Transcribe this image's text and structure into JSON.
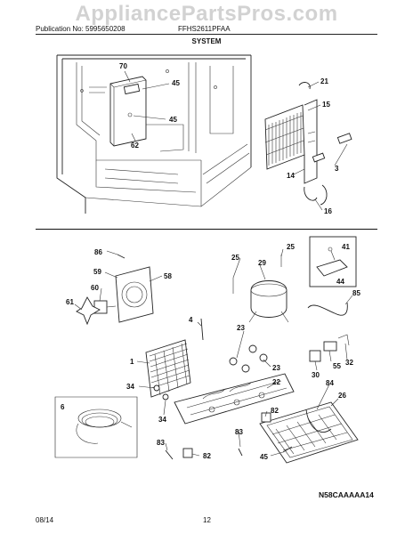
{
  "watermark": "AppliancePartsPros.com",
  "header": {
    "publication": "Publication No: 5995650208",
    "model": "FFHS2611PFAA",
    "section": "SYSTEM"
  },
  "top_callouts": {
    "c70": "70",
    "c45a": "45",
    "c45b": "45",
    "c62": "62",
    "c21": "21",
    "c15": "15",
    "c14": "14",
    "c3": "3",
    "c16": "16"
  },
  "bottom_callouts": {
    "c86": "86",
    "c59": "59",
    "c58": "58",
    "c60": "60",
    "c61": "61",
    "c25a": "25",
    "c25b": "25",
    "c29": "29",
    "c41": "41",
    "c44": "44",
    "c85": "85",
    "c4": "4",
    "c23a": "23",
    "c23b": "23",
    "c1": "1",
    "c34a": "34",
    "c34b": "34",
    "c22": "22",
    "c30": "30",
    "c55": "55",
    "c32": "32",
    "c84": "84",
    "c26": "26",
    "c6": "6",
    "c82a": "82",
    "c82b": "82",
    "c83a": "83",
    "c83b": "83",
    "c45c": "45"
  },
  "diagram_code": "N58CAAAAA14",
  "footer": {
    "date": "08/14",
    "page": "12"
  }
}
